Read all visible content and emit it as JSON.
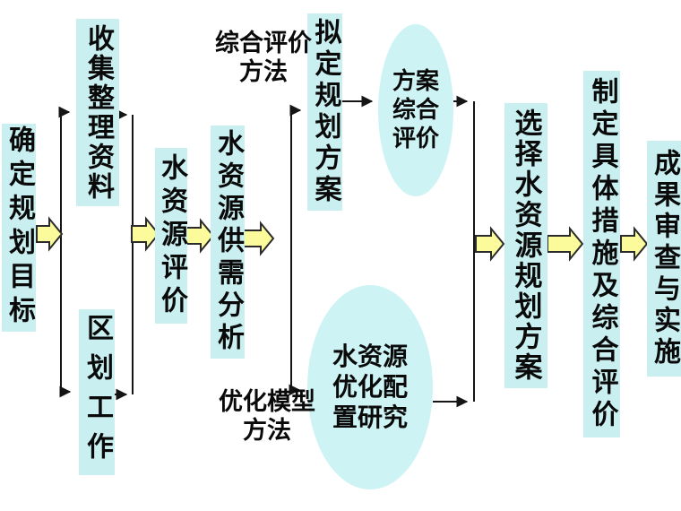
{
  "palette": {
    "background": "#ffffff",
    "node_fill": "#c9eff0",
    "ellipse_fill": "#cdf3f4",
    "arrow_fill": "#fbfb9c",
    "arrow_outline": "#2b2b2b",
    "connector": "#151515",
    "text": "#0a0a0a"
  },
  "nodes": {
    "define_goals": "确定规划目标",
    "collect_data": "收集整理资料",
    "zoning_work": "区划工作",
    "wr_assessment": "水资源评价",
    "supply_demand_analysis": "水资源供需分析",
    "draft_plans": "拟定规划方案",
    "select_plan": "选择水资源规划方案",
    "measures_evaluation": "制定具体措施及综合评价",
    "review_implementation": "成果审查与实施"
  },
  "ellipses": {
    "plan_comprehensive_evaluation": "方案\n综合\n评价",
    "optimal_allocation_research": "水资源\n优化配\n置研究"
  },
  "labels": {
    "comprehensive_evaluation_method": "综合评价\n方法",
    "optimization_model_method": "优化模型\n方法"
  },
  "flow": [
    "确定规划目标→收集整理资料",
    "确定规划目标→区划工作",
    "收集整理资料→水资源评价",
    "区划工作→水资源评价",
    "水资源评价→水资源供需分析",
    "水资源供需分析→拟定规划方案",
    "水资源供需分析→水资源优化配置研究",
    "拟定规划方案→方案综合评价",
    "方案综合评价→选择水资源规划方案",
    "水资源优化配置研究→选择水资源规划方案",
    "选择水资源规划方案→制定具体措施及综合评价",
    "制定具体措施及综合评价→成果审查与实施"
  ]
}
